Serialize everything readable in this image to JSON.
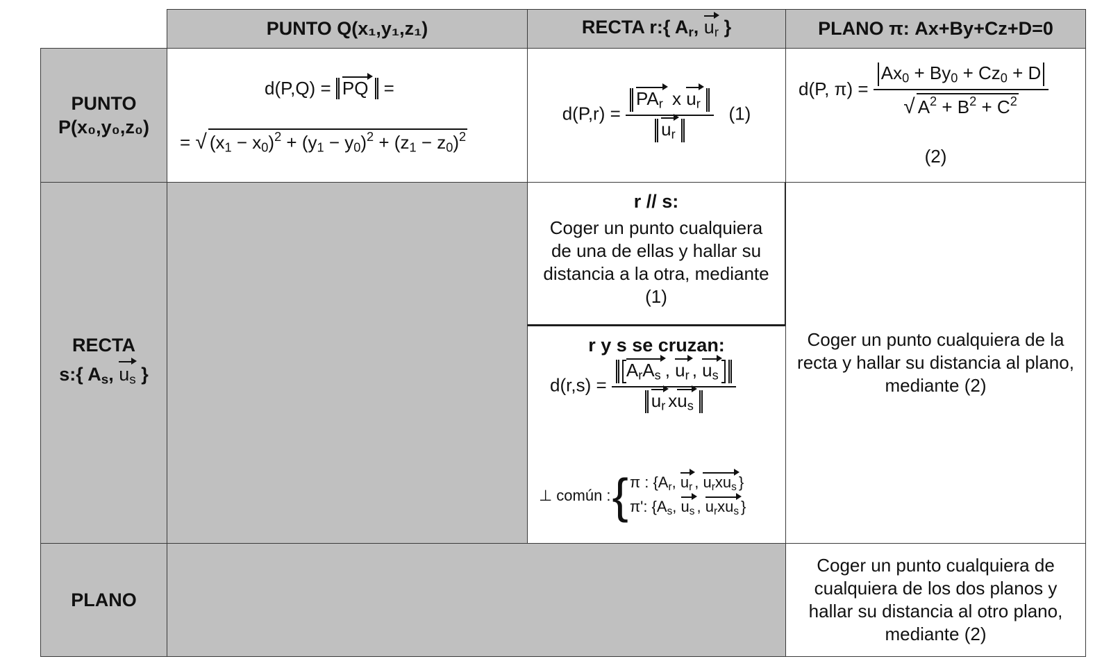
{
  "headers": {
    "col1": "PUNTO Q(x₁,y₁,z₁)",
    "col2_prefix": "RECTA r:{ A",
    "col2_sub": "r",
    "col2_vec": "u",
    "col2_vec_sub": "r",
    "col2_suffix": " }",
    "col3": "PLANO π: Ax+By+Cz+D=0"
  },
  "rows": {
    "punto_line1": "PUNTO",
    "punto_line2": "P(x₀,y₀,z₀)",
    "recta_line1": "RECTA",
    "recta_line2_prefix": "s:{ A",
    "recta_line2_sub": "s",
    "recta_vec": "u",
    "recta_vec_sub": "s",
    "recta_suffix": " }",
    "plano": "PLANO"
  },
  "formulas": {
    "ref1": "(1)",
    "ref2": "(2)"
  },
  "texts": {
    "parallel_title": "r // s:",
    "parallel_body": "Coger un punto cualquiera de una de ellas y hallar su distancia a la otra, mediante (1)",
    "cross_title": "r y s se cruzan:",
    "comun_label": "⊥ común :",
    "recta_plano": "Coger un punto cualquiera de la recta y hallar su distancia al plano, mediante (2)",
    "plano_plano": "Coger un punto cualquiera de cualquiera de los dos planos y hallar su distancia al otro plano, mediante (2)"
  }
}
